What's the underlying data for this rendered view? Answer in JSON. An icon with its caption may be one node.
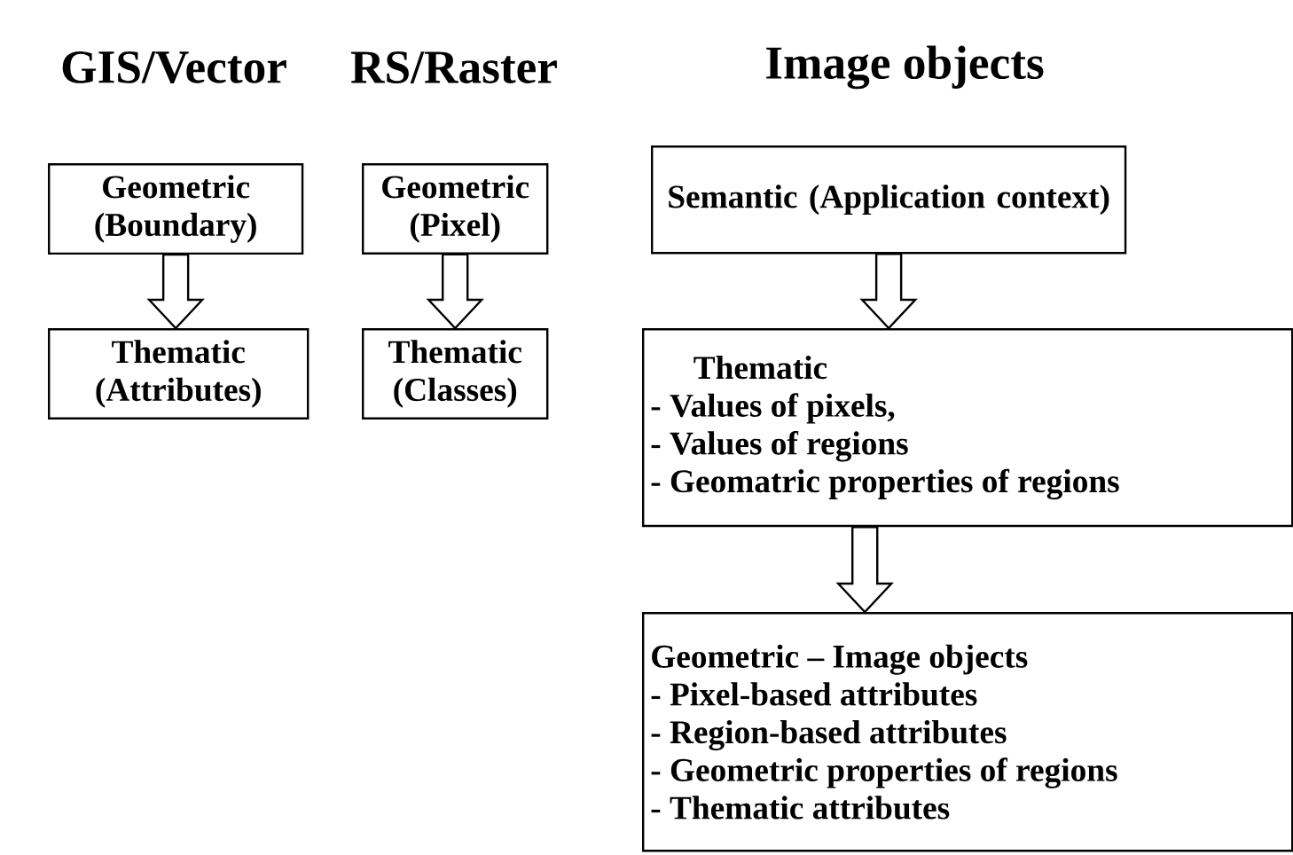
{
  "diagram": {
    "nodes": [
      {
        "text": [
          "Geometric (Boundary)"
        ]
      },
      {
        "text": [
          "Thematic (Attributes)"
        ]
      },
      {
        "text": [
          "Geometric (Pixel)"
        ]
      },
      {
        "text": [
          "Thematic (Classes)"
        ]
      },
      {
        "text": [
          "Semantic (Application context)"
        ]
      },
      {
        "text": [
          "Thematic",
          "- Values of pixels,",
          "- Values of regions",
          "- Geomatric properties of regions"
        ]
      },
      {
        "text": [
          "Geometric – Image objects",
          "- Pixel-based attributes",
          "- Region-based attributes",
          "- Geometric properties of regions",
          "- Thematic attributes"
        ]
      }
    ],
    "edges": [
      {
        "from": 0,
        "to": 1,
        "arrow": "to"
      },
      {
        "from": 2,
        "to": 3,
        "arrow": "to"
      },
      {
        "from": 4,
        "to": 5,
        "arrow": "to"
      },
      {
        "from": 5,
        "to": 6,
        "arrow": "to"
      }
    ],
    "labels": [
      "GIS/Vector",
      "RS/Raster",
      "Image objects"
    ]
  }
}
